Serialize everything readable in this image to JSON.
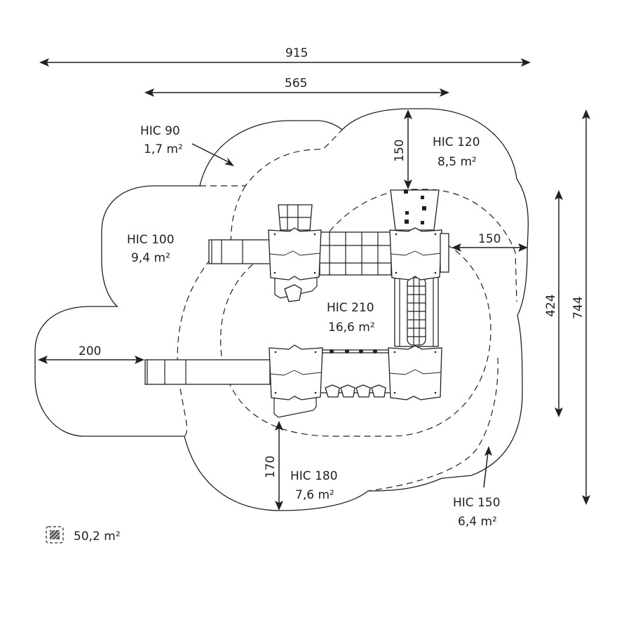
{
  "title": "Playground equipment safety-zone plan",
  "dimensions": {
    "overall_width": "915",
    "equipment_width": "565",
    "overall_depth": "744",
    "equipment_depth": "424",
    "top_clearance": "150",
    "right_clearance": "150",
    "left_clearance": "200",
    "bottom_clearance": "170"
  },
  "zones": [
    {
      "hic": "HIC  90",
      "area": "1,7 m²"
    },
    {
      "hic": "HIC 120",
      "area": "8,5 m²"
    },
    {
      "hic": "HIC 100",
      "area": "9,4 m²"
    },
    {
      "hic": "HIC 210",
      "area": "16,6 m²"
    },
    {
      "hic": "HIC 180",
      "area": "7,6 m²"
    },
    {
      "hic": "HIC 150",
      "area": "6,4 m²"
    }
  ],
  "legend": {
    "icon": "hatched-area-icon",
    "total_area": "50,2 m²"
  },
  "colors": {
    "ink": "#231f20",
    "background": "#ffffff"
  }
}
